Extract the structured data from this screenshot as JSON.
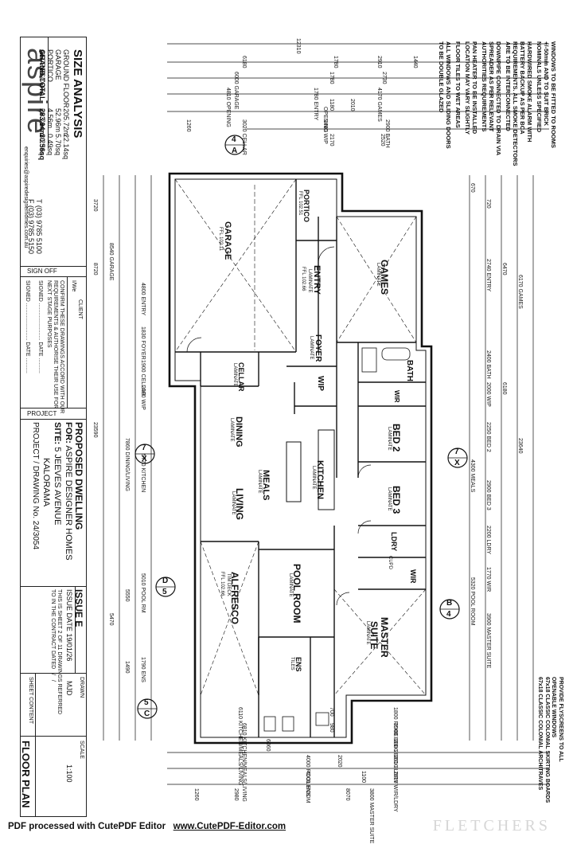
{
  "title_block": {
    "brand": "aspire",
    "email": "enquiries@aspiredesignerhomes.com.au",
    "phone": "T (03) 9785 5100",
    "fax": "F (03) 9785 5150",
    "size_analysis": {
      "heading": "SIZE ANALYSIS",
      "rows": [
        {
          "label": "GROUND FLOOR",
          "value": "205.72m",
          "sq": "22.14sq"
        },
        {
          "label": "GARAGE",
          "value": "52.96m",
          "sq": "5.70sq"
        },
        {
          "label": "PORTICO",
          "value": "4.56m",
          "sq": "0.49sq"
        },
        {
          "label": "ALFRESCO",
          "value": "20.71m",
          "sq": "2.23sq"
        }
      ],
      "total_label": "GRAND TOTAL",
      "total_value": "283.94m",
      "total_sq": "30.56sq"
    },
    "client_label": "CLIENT",
    "client_we": "I/We",
    "client_text_1": "CONFIRM THESE DRAWINGS ACCORD WITH OUR",
    "client_text_2": "REQUIREMENTS & AUTHORISE THEIR USE FOR",
    "client_text_3": "NEXT STAGE PURPOSES",
    "sign_off": "SIGN OFF",
    "signed_1": "SIGNED",
    "signed_2": "SIGNED",
    "date_1": "DATE",
    "date_2": "DATE",
    "project_label": "PROJECT",
    "project_title": "PROPOSED DWELLING",
    "for_label": "FOR:",
    "for_value": "ASPIRE DESIGNER HOMES",
    "site_label": "SITE:",
    "site_line1": "5 JEEVES AVENUE",
    "site_line2": "KALORAMA",
    "project_drawing": "PROJECT / DRAWING No. 24/3054",
    "issue": "ISSUE E",
    "issue_date": "ISSUE DATE 19/01/26",
    "sheet_note_1": "THIS IS SHEET 2 OF 11 DRAWINGS REFERRED",
    "sheet_note_2": "TO IN THE CONTRACT DATED",
    "drawn_label": "DRAWN",
    "drawn_value": "MJD",
    "scale_label": "SCALE",
    "scale_value": "1:100",
    "sheet_content_label": "SHEET CONTENT",
    "sheet_content_value": "FLOOR PLAN"
  },
  "notes": {
    "n1": "WINDOWS TO BE FITTED TO ROOMS",
    "n2": "+/-50mm AND TO SUIT BRICK",
    "n3": "NOMINALS UNLESS SPECIFIED",
    "n4": "HARDWIRED SMOKE ALARM WITH",
    "n5": "BATTERY BACKUP AS PER BCA",
    "n6": "REQUIREMENTS. ALL SMOKE DETECTORS",
    "n7": "ARE TO BE INTERCONNECTED",
    "n8": "DOWNPIPE CONNECTED TO DRAIN VIA",
    "n9": "SPREADER AS PER RELEVANT",
    "n10": "AUTHORITIES REQUIREMENTS",
    "n11": "PAN HEATER TO BE INSTALLED",
    "n12": "LOCATION MAY VARY SLIGHTLY",
    "n13": "FLOOR TILES TO WET AREAS",
    "n14": "ALL WINDOWS AND SLIDING DOORS",
    "n15": "TO BE DOUBLE GLAZED",
    "bottom1": "PROVIDE FLYSCREENS TO ALL",
    "bottom2": "OPENABLE WINDOWS",
    "bottom3": "67x18 CLASSIC COLONIAL SKIRTING BOARDS",
    "bottom4": "67x18 CLASSIC COLONIAL ARCHITRAVES"
  },
  "rooms": {
    "garage": "GARAGE",
    "garage_ffl": "FFL 102.11",
    "portico": "PORTICO",
    "portico_ffl": "FFL 102.51",
    "entry": "ENTRY",
    "entry_floor": "LAMINATE",
    "entry_ffl": "FFL 102.66",
    "games": "GAMES",
    "games_floor": "LAMINATE",
    "cellar": "CELLAR",
    "cellar_floor": "LAMINATE",
    "foyer": "FOYER",
    "foyer_floor": "LAMINATE",
    "wip": "WIP",
    "bath": "BATH",
    "bed2": "BED 2",
    "bed2_floor": "LAMINATE",
    "bed3": "BED 3",
    "bed3_floor": "LAMINATE",
    "dining": "DINING",
    "dining_floor": "LAMINATE",
    "meals": "MEALS",
    "meals_floor": "LAMINATE",
    "kitchen": "KITCHEN",
    "kitchen_floor": "LAMINATE",
    "living": "LIVING",
    "living_floor": "LAMINATE",
    "ldry": "LDRY",
    "cupd": "CUPD",
    "wir": "WIR",
    "wir2": "WIR",
    "alfresco": "ALFRESCO",
    "alfresco_floor": "TIM DECK",
    "alfresco_ffl": "FFL 102.66",
    "pool_room": "POOL ROOM",
    "pool_floor": "LAMINATE",
    "master": "MASTER",
    "master2": "SUITE",
    "master_floor": "LAMINATE",
    "ens": "ENS",
    "ens_floor": "TILES"
  },
  "dims_top": {
    "total": "12310",
    "d1": "6180",
    "d2": "1780",
    "d3": "2910",
    "d4": "1440",
    "d5": "6000 GARAGE",
    "d6": "1780",
    "d7": "2730",
    "d8": "4810 OPENING",
    "d9": "1780 ENTRY",
    "d10": "4170 GAMES",
    "d11": "1260",
    "d12": "3020 CELLAR",
    "d13": "2480 WIP",
    "d14": "2900 BATH",
    "d15": "2170",
    "d16": "2520",
    "d17": "OPENING",
    "d18": "1180",
    "d19": "2010"
  },
  "dims_bottom": {
    "b1": "6110 KITCHEN/MEALS/LIVING",
    "b2": "6810 KITCHEN/MEALS/LIVING",
    "b3": "6060",
    "b4": "4000 POOL ROOM",
    "b5": "4000 ENS",
    "b6": "8070",
    "b7": "2980",
    "b8": "1260",
    "b9": "1800 ROBE",
    "b10": "2900 BED 2",
    "b11": "2880 BED 3",
    "b12": "2610 LDRY",
    "b13": "2610 WIR/LDRY",
    "b14": "3800 MASTER SUITE",
    "b15": "700",
    "b16": "980",
    "b17": "2020",
    "b18": "1100"
  },
  "dims_left": {
    "l1": "3720",
    "l2": "8540 GARAGE",
    "l3": "8720",
    "l4": "23590",
    "l5": "4800 ENTRY",
    "l6": "1830 FOYER",
    "l7": "1900 CELLAR",
    "l8": "2000 WIP",
    "l9": "5770 KITCHEN",
    "l10": "7860 DINING/LIVING",
    "l11": "5010 POOL RM",
    "l12": "5550",
    "l13": "1490",
    "l14": "5470",
    "l15": "1790 ENS"
  },
  "dims_right": {
    "r1": "670",
    "r2": "720",
    "r3": "6470",
    "r4": "6170 GAMES",
    "r5": "2740 ENTRY",
    "r6": "2400 BATH",
    "r7": "2000 WIP",
    "r8": "2250 BED 2",
    "r9": "4300 MEALS",
    "r10": "2900 BED 3",
    "r11": "2200 LDRY",
    "r12": "5320 POOL ROOM",
    "r13": "3900 MASTER SUITE",
    "r14": "23640",
    "r15": "1770 WIR",
    "r16": "6180"
  },
  "sections": {
    "a_top": "4",
    "a_letter": "A",
    "b_top": "B",
    "b_num": "4",
    "c_top": "5",
    "c_letter": "C",
    "d_top": "D",
    "d_num": "5",
    "x_left_top": "7",
    "x_left_letter": "X",
    "x_right_top": "7",
    "x_right_letter": "X"
  },
  "footer": {
    "text": "PDF processed with CutePDF Editor",
    "link": "www.CutePDF-Editor.com",
    "watermark": "FLETCHERS"
  }
}
